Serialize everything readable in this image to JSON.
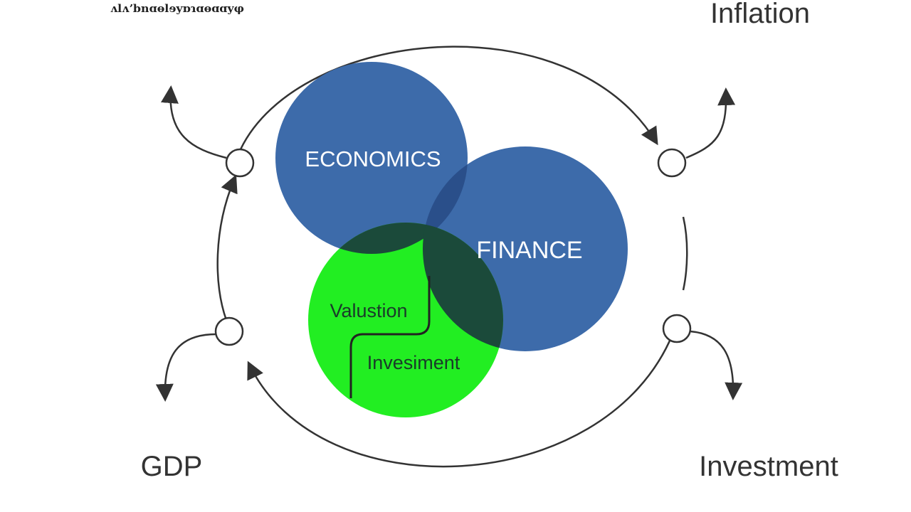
{
  "diagram": {
    "header_text": "ʌlʌʼbnɑɵlɘyɒɿɑɵɑɑyφ",
    "circles": {
      "economics": "ECONOMICS",
      "finance": "FINANCE",
      "valuation": "Valustion",
      "investment": "Invesiment"
    },
    "corners": {
      "top_right": "Inflation",
      "bottom_left": "GDP",
      "bottom_right": "Investment"
    }
  },
  "colors": {
    "economics": "#3d6baa",
    "finance": "#3d6baa",
    "valuation": "#22ee22",
    "overlap_dark": "#1b4a3a",
    "line": "#333333"
  }
}
